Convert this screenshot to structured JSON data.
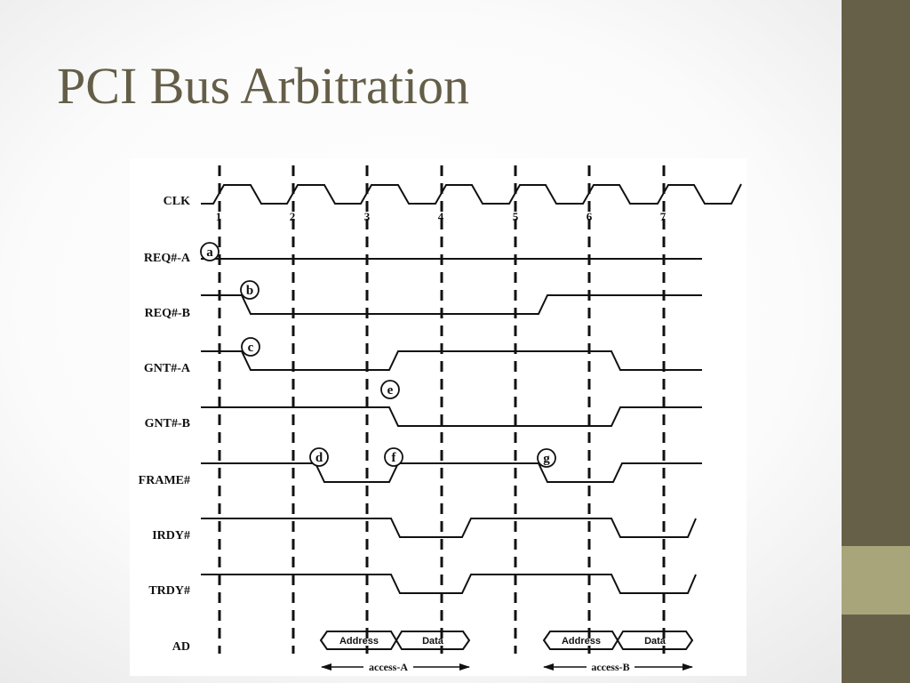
{
  "slide": {
    "title": "PCI Bus Arbitration"
  },
  "diagram": {
    "clock_ticks": [
      "1",
      "2",
      "3",
      "4",
      "5",
      "6",
      "7"
    ],
    "signals": [
      {
        "label": "CLK"
      },
      {
        "label": "REQ#-A"
      },
      {
        "label": "REQ#-B"
      },
      {
        "label": "GNT#-A"
      },
      {
        "label": "GNT#-B"
      },
      {
        "label": "FRAME#"
      },
      {
        "label": "IRDY#"
      },
      {
        "label": "TRDY#"
      },
      {
        "label": "AD"
      }
    ],
    "markers": [
      "a",
      "b",
      "c",
      "d",
      "e",
      "f",
      "g"
    ],
    "bus_phases": [
      "Address",
      "Data",
      "Address",
      "Data"
    ],
    "accesses": [
      "access-A",
      "access-B"
    ]
  },
  "colors": {
    "title": "#645e48",
    "side_bar": "#676049",
    "side_accent": "#a8a57b"
  }
}
